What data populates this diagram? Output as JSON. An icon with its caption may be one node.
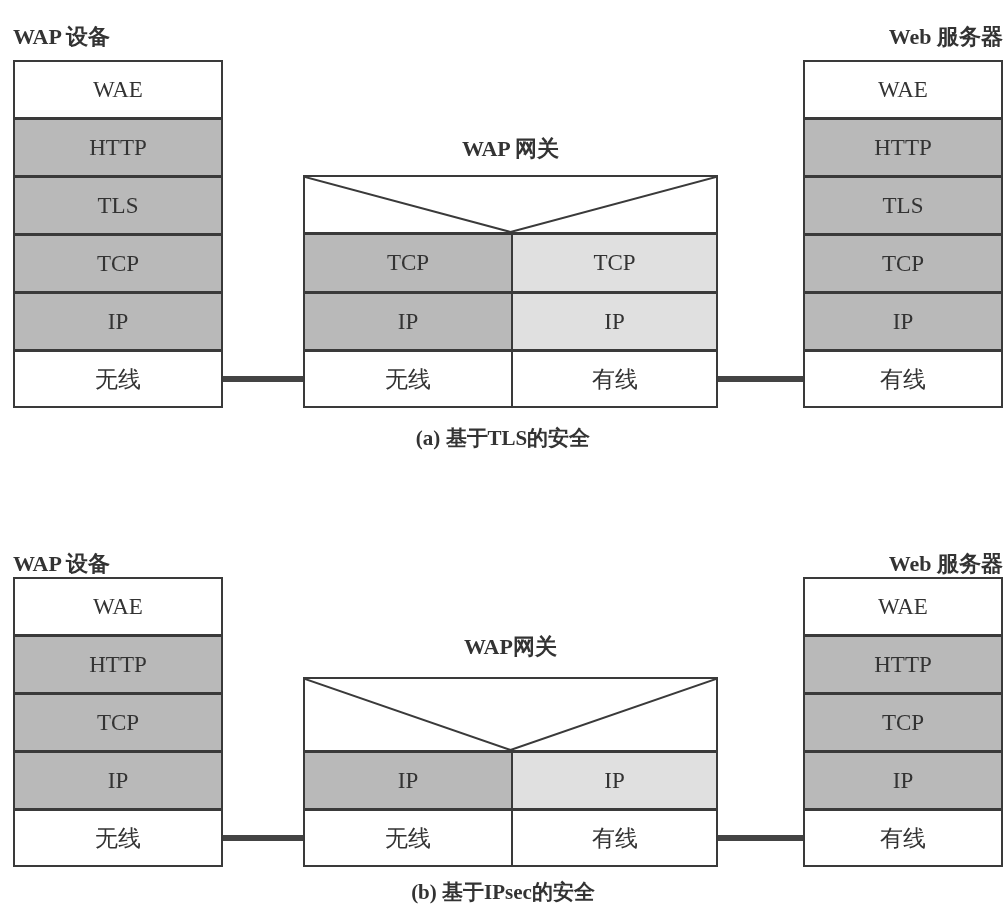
{
  "diagram": {
    "nodes": [
      {
        "text": [
          "WAP 设备"
        ]
      },
      {
        "text": [
          "WAE"
        ],
        "in": 0
      },
      {
        "text": [
          "HTTP"
        ],
        "in": 0
      },
      {
        "text": [
          "TLS"
        ],
        "in": 0
      },
      {
        "text": [
          "TCP"
        ],
        "in": 0
      },
      {
        "text": [
          "IP"
        ],
        "in": 0
      },
      {
        "text": [
          "无线"
        ],
        "in": 0
      },
      {
        "text": [
          "WAP 网关"
        ]
      },
      {
        "text": [],
        "shape": "box",
        "in": 7
      },
      {
        "text": [
          "TCP"
        ],
        "in": 7
      },
      {
        "text": [
          "TCP"
        ],
        "in": 7
      },
      {
        "text": [
          "IP"
        ],
        "in": 7
      },
      {
        "text": [
          "IP"
        ],
        "in": 7
      },
      {
        "text": [
          "无线"
        ],
        "in": 7
      },
      {
        "text": [
          "有线"
        ],
        "in": 7
      },
      {
        "text": [
          "Web 服务器"
        ]
      },
      {
        "text": [
          "WAE"
        ],
        "in": 15
      },
      {
        "text": [
          "HTTP"
        ],
        "in": 15
      },
      {
        "text": [
          "TLS"
        ],
        "in": 15
      },
      {
        "text": [
          "TCP"
        ],
        "in": 15
      },
      {
        "text": [
          "IP"
        ],
        "in": 15
      },
      {
        "text": [
          "有线"
        ],
        "in": 15
      },
      {
        "text": [
          "WAP 设备"
        ]
      },
      {
        "text": [
          "WAE"
        ],
        "in": 22
      },
      {
        "text": [
          "HTTP"
        ],
        "in": 22
      },
      {
        "text": [
          "TCP"
        ],
        "in": 22
      },
      {
        "text": [
          "IP"
        ],
        "in": 22
      },
      {
        "text": [
          "无线"
        ],
        "in": 22
      },
      {
        "text": [
          "WAP网关"
        ]
      },
      {
        "text": [],
        "shape": "box",
        "in": 28
      },
      {
        "text": [
          "IP"
        ],
        "in": 28
      },
      {
        "text": [
          "IP"
        ],
        "in": 28
      },
      {
        "text": [
          "无线"
        ],
        "in": 28
      },
      {
        "text": [
          "有线"
        ],
        "in": 28
      },
      {
        "text": [
          "Web 服务器"
        ]
      },
      {
        "text": [
          "WAE"
        ],
        "in": 34
      },
      {
        "text": [
          "HTTP"
        ],
        "in": 34
      },
      {
        "text": [
          "TCP"
        ],
        "in": 34
      },
      {
        "text": [
          "IP"
        ],
        "in": 34
      },
      {
        "text": [
          "有线"
        ],
        "in": 34
      }
    ],
    "edges": [
      {
        "from": 6,
        "to": 13,
        "arrow": "none"
      },
      {
        "from": 14,
        "to": 21,
        "arrow": "none"
      },
      {
        "from": 27,
        "to": 32,
        "arrow": "none"
      },
      {
        "from": 33,
        "to": 39,
        "arrow": "none"
      }
    ],
    "labels": [
      "(a) 基于TLS的安全",
      "(b) 基于IPsec的安全"
    ]
  }
}
